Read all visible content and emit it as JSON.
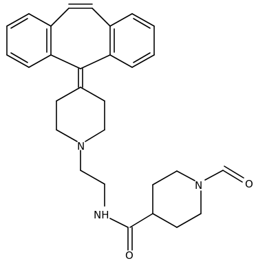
{
  "atoms": {
    "ring_nitrogen_upper": "N",
    "ring_nitrogen_right": "N",
    "amide_nitrogen": "NH",
    "formyl_oxygen": "O",
    "carboxamide_oxygen": "O"
  },
  "colors": {
    "bond": "#000000",
    "background": "#ffffff"
  }
}
